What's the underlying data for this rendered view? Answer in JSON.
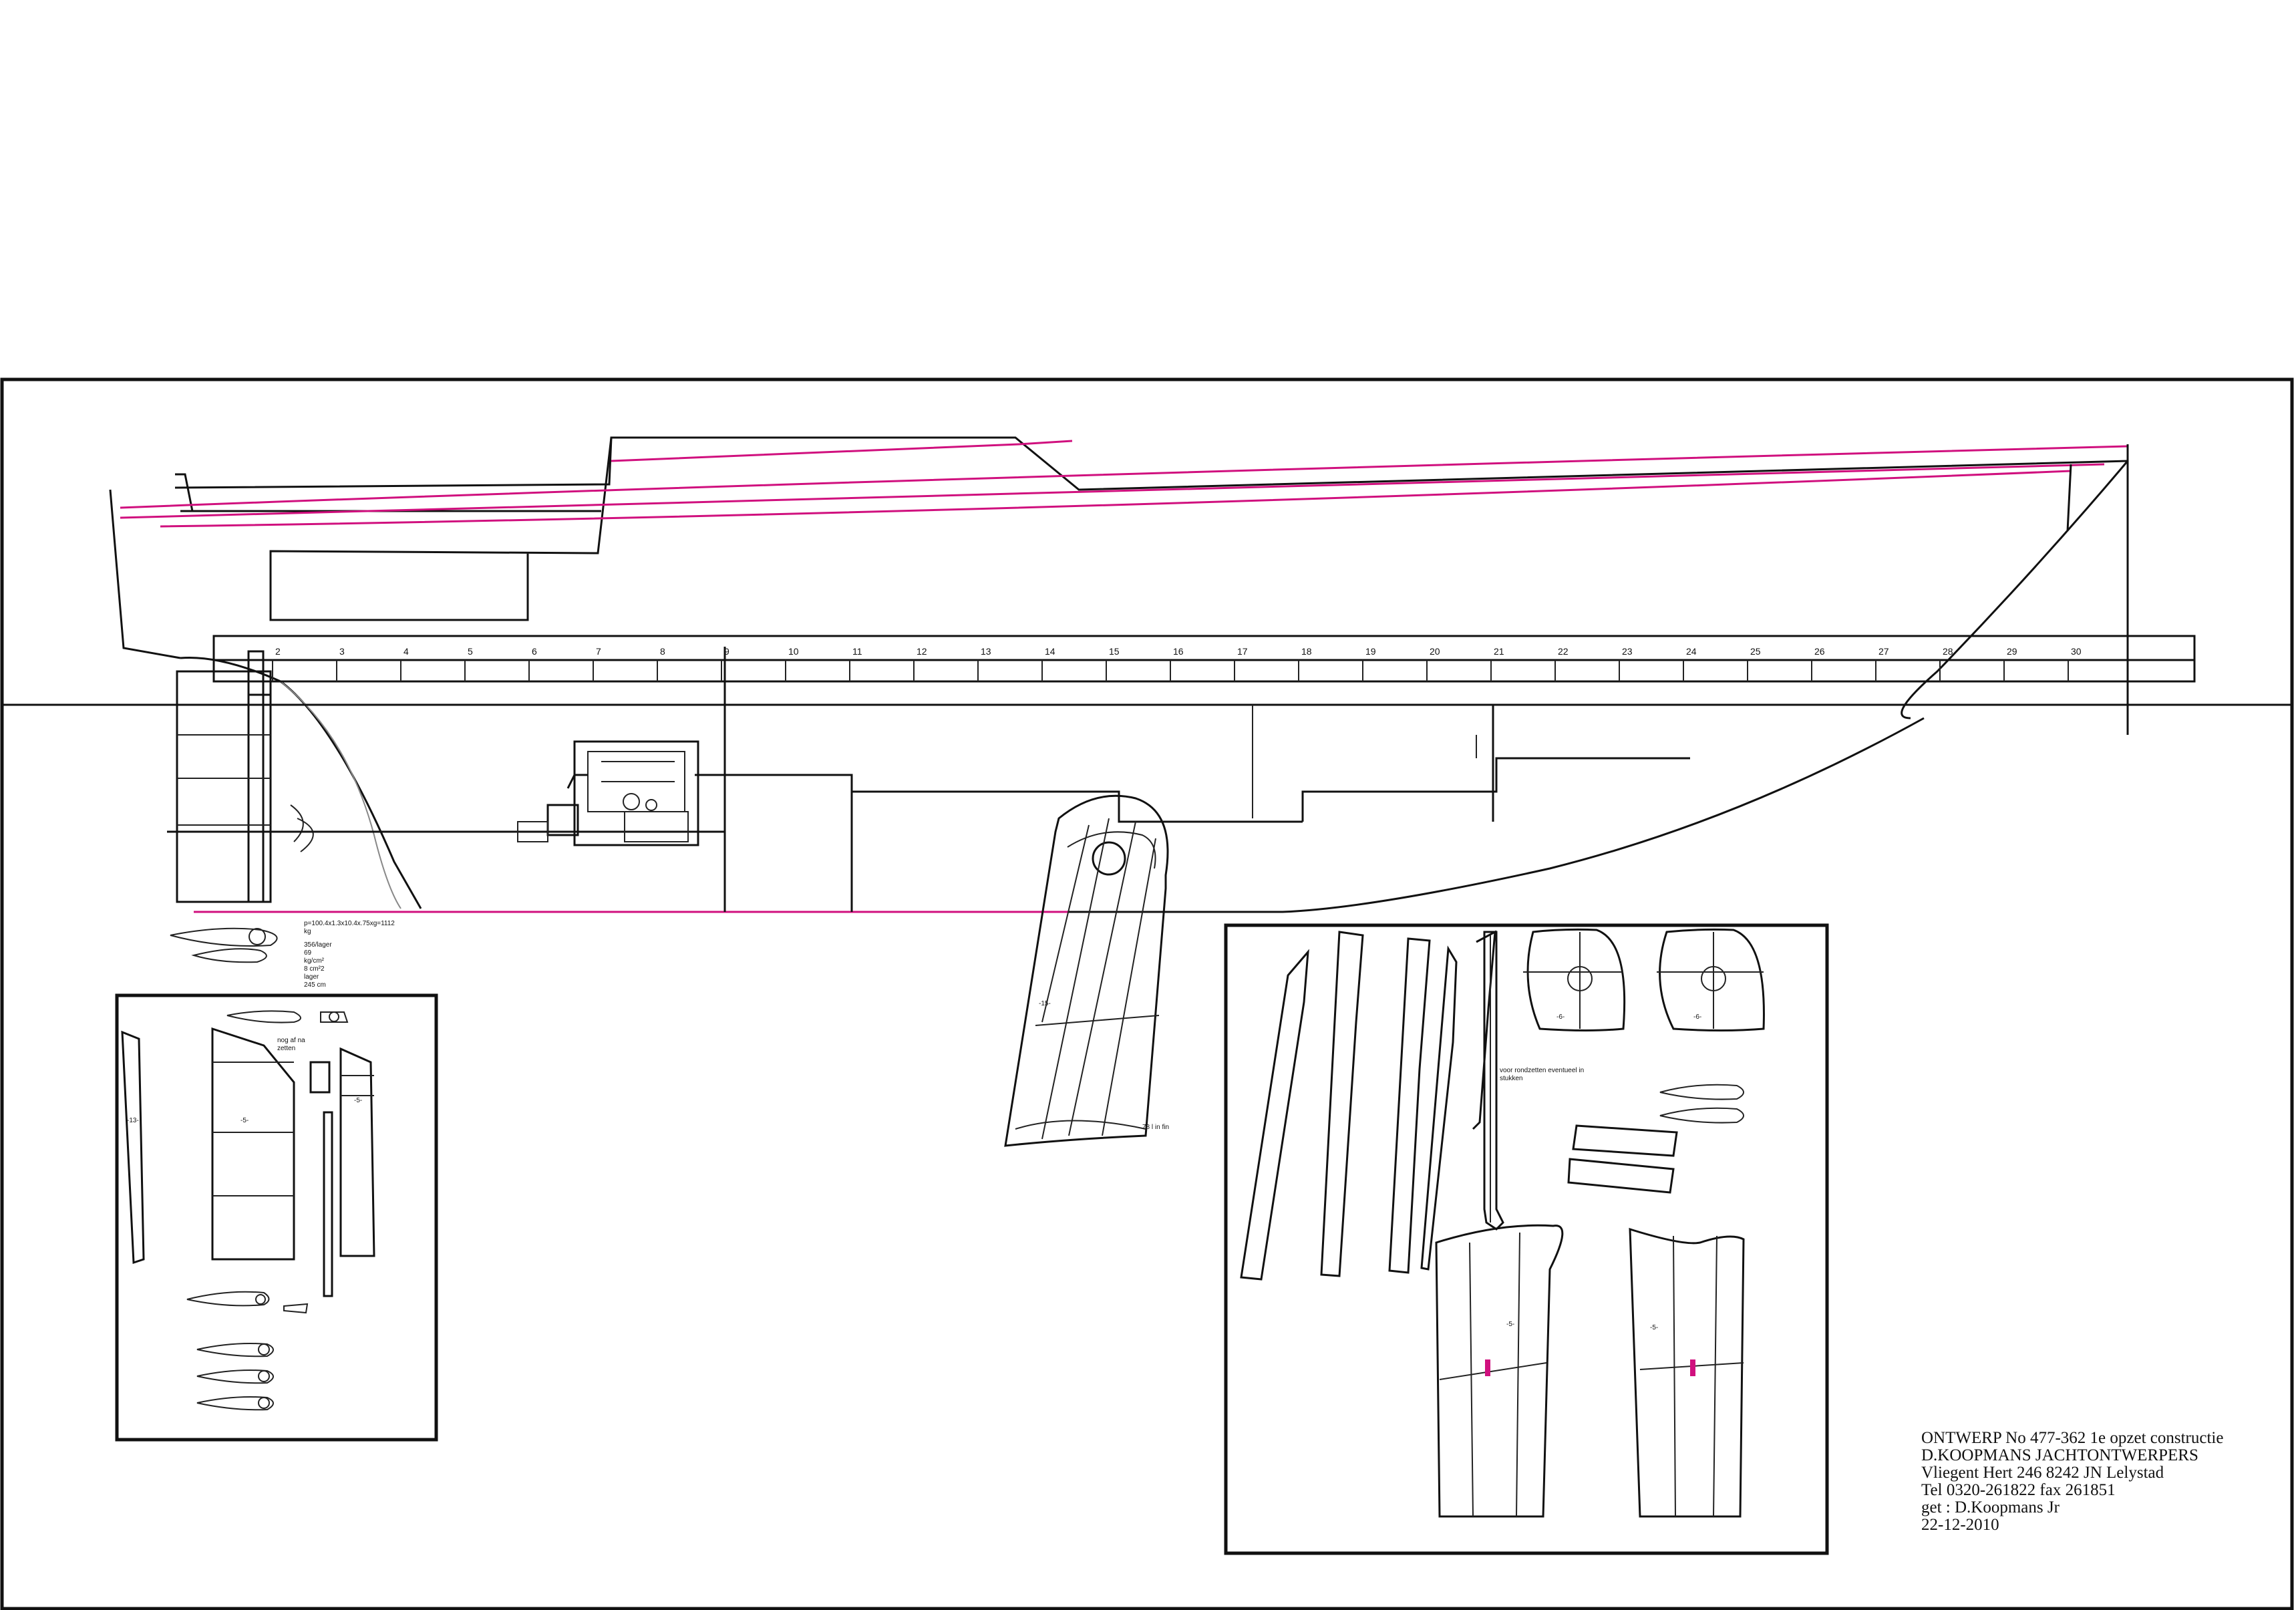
{
  "frame_numbers": [
    "2",
    "3",
    "4",
    "5",
    "6",
    "7",
    "8",
    "9",
    "10",
    "11",
    "12",
    "13",
    "14",
    "15",
    "16",
    "17",
    "18",
    "19",
    "20",
    "21",
    "22",
    "23",
    "24",
    "25",
    "26",
    "27",
    "28",
    "29",
    "30"
  ],
  "annotations": {
    "rudder_calc": [
      "p=100.4x1.3x10.4x.75xg=1112",
      "kg",
      "356/lager",
      "69",
      "kg/cm²",
      "8 cm²2",
      "lager",
      "245 cm"
    ],
    "nog_af_te_zetten": [
      "nog af na",
      "zetten"
    ],
    "fin_capacity": "78 l in fin",
    "rondzetten_note": [
      "voor rondzetten eventueel in",
      "stukken"
    ]
  },
  "part_numbers": {
    "rudder_blade": "-13-",
    "rudder_plates": "-5-",
    "fin_section": "-15-",
    "keel_plates": "-5-",
    "keel_frames": "-6-"
  },
  "title_block": {
    "line1": "ONTWERP No 477-362 1e opzet constructie",
    "line2": "D.KOOPMANS  JACHTONTWERPERS",
    "line3": "Vliegent Hert 246 8242 JN Lelystad",
    "line4": "Tel 0320-261822 fax 261851",
    "line5": "get : D.Koopmans Jr",
    "line6": "22-12-2010"
  },
  "colors": {
    "line": "#111111",
    "sheerline_accent": "#d0107e",
    "background": "#ffffff"
  }
}
